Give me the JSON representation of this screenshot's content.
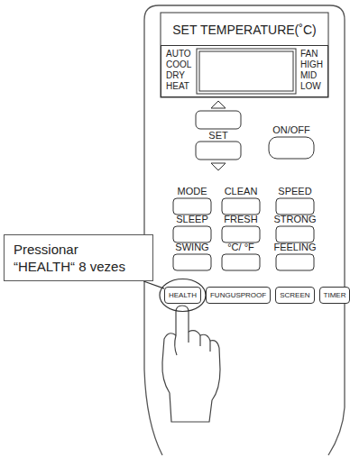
{
  "diagram": {
    "nodes": [
      {
        "text": [
          "AUTO",
          "COOL",
          "DRY",
          "HEAT",
          "FAN",
          "HIGH",
          "MID",
          "LOW"
        ]
      },
      {
        "text": [
          "Pressionar “HEALTH“ 8 vezes"
        ]
      },
      {
        "text": [
          "HEALTH"
        ]
      },
      {
        "text": [
          "FUNGUSPROOF"
        ]
      },
      {
        "text": [
          "SCREEN"
        ]
      },
      {
        "text": [
          "TIMER"
        ]
      }
    ],
    "edges": [
      {
        "from": 1,
        "to": 2,
        "arrow": "none"
      }
    ],
    "labels": [
      "SET TEMPERATURE(˚C)",
      "SET",
      "ON/OFF",
      "MODE",
      "CLEAN",
      "SPEED",
      "SLEEP",
      "FRESH",
      "STRONG",
      "SWING",
      "°C/ °F",
      "FEELING"
    ]
  }
}
